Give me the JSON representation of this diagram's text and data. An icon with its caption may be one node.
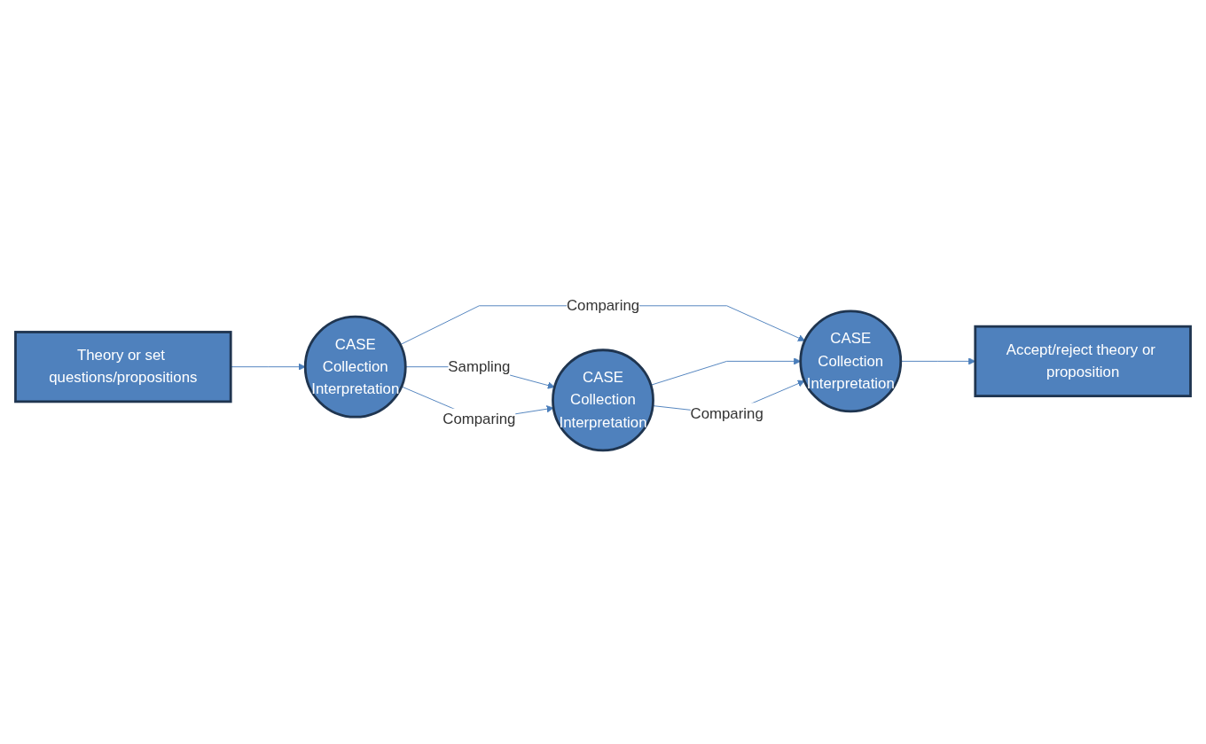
{
  "diagram": {
    "nodes": [
      {
        "text": [
          "Theory or set questions/propositions"
        ]
      },
      {
        "text": [
          "CASE",
          "Collection",
          "Interpretation"
        ]
      },
      {
        "text": [
          "CASE",
          "Collection",
          "Interpretation"
        ]
      },
      {
        "text": [
          "Accept/reject theory or proposition"
        ]
      },
      {
        "text": [
          "CASE",
          "Collection",
          "Interpretation"
        ]
      }
    ],
    "edges": [
      {
        "from": 0,
        "to": 1,
        "arrow": "to"
      },
      {
        "from": 1,
        "to": 2,
        "arrow": "to",
        "label": "Comparing"
      },
      {
        "from": 1,
        "to": 4,
        "arrow": "to",
        "label": "Sampling"
      },
      {
        "from": 1,
        "to": 4,
        "arrow": "to",
        "label": "Comparing"
      },
      {
        "from": 4,
        "to": 2,
        "arrow": "to"
      },
      {
        "from": 4,
        "to": 2,
        "arrow": "to",
        "label": "Comparing"
      },
      {
        "from": 2,
        "to": 3,
        "arrow": "to"
      }
    ]
  }
}
